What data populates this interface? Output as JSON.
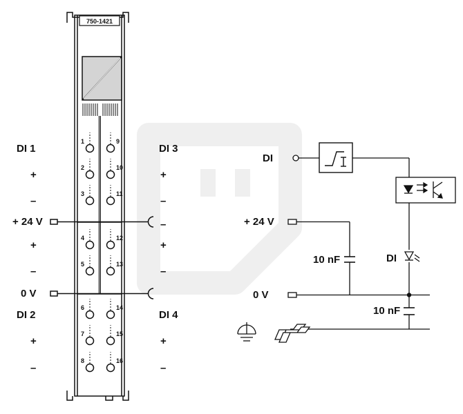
{
  "module": {
    "model": "750-1421",
    "clamps_left": [
      "1",
      "2",
      "3",
      "4",
      "5",
      "6",
      "7",
      "8"
    ],
    "clamps_right": [
      "9",
      "10",
      "11",
      "12",
      "13",
      "14",
      "15",
      "16"
    ]
  },
  "left_labels": {
    "di1": "DI 1",
    "plus_1": "+",
    "minus_1": "–",
    "v24": "+ 24 V",
    "plus_2": "+",
    "minus_2": "–",
    "v0": "0 V",
    "di2": "DI 2",
    "plus_3": "+",
    "minus_3": "–"
  },
  "right_labels": {
    "di3": "DI 3",
    "plus_1": "+",
    "minus_1": "–",
    "minus_2": "–",
    "plus_2": "+",
    "minus_3": "–",
    "di4": "DI 4",
    "plus_3": "+",
    "minus_4": "–"
  },
  "schematic": {
    "di": "DI",
    "v24": "+ 24 V",
    "v0": "0 V",
    "cap1": "10 nF",
    "led": "DI",
    "cap2": "10 nF"
  },
  "colors": {
    "ink": "#111111",
    "watermark": "#f0f0f0"
  }
}
